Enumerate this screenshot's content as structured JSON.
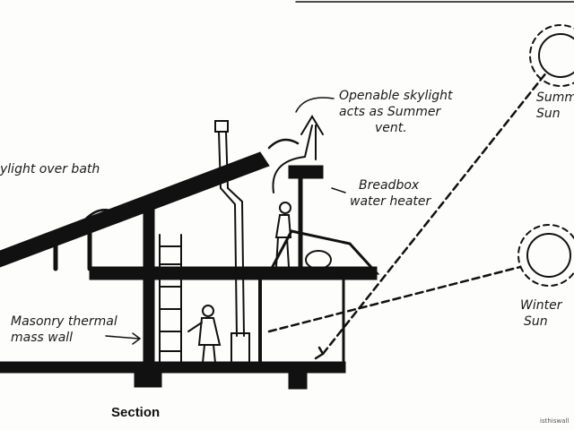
{
  "labels": {
    "skylight_bath": "ylight over bath",
    "openable_skylight": [
      "Openable skylight",
      "acts as Summer",
      "vent."
    ],
    "breadbox": [
      "Breadbox",
      "water heater"
    ],
    "summer_sun": [
      "Summ",
      "Sun"
    ],
    "winter_sun": [
      "Winter",
      "Sun"
    ],
    "masonry": [
      "Masonry thermal",
      "mass wall"
    ]
  },
  "caption": "Section",
  "watermark": "isthiswall"
}
